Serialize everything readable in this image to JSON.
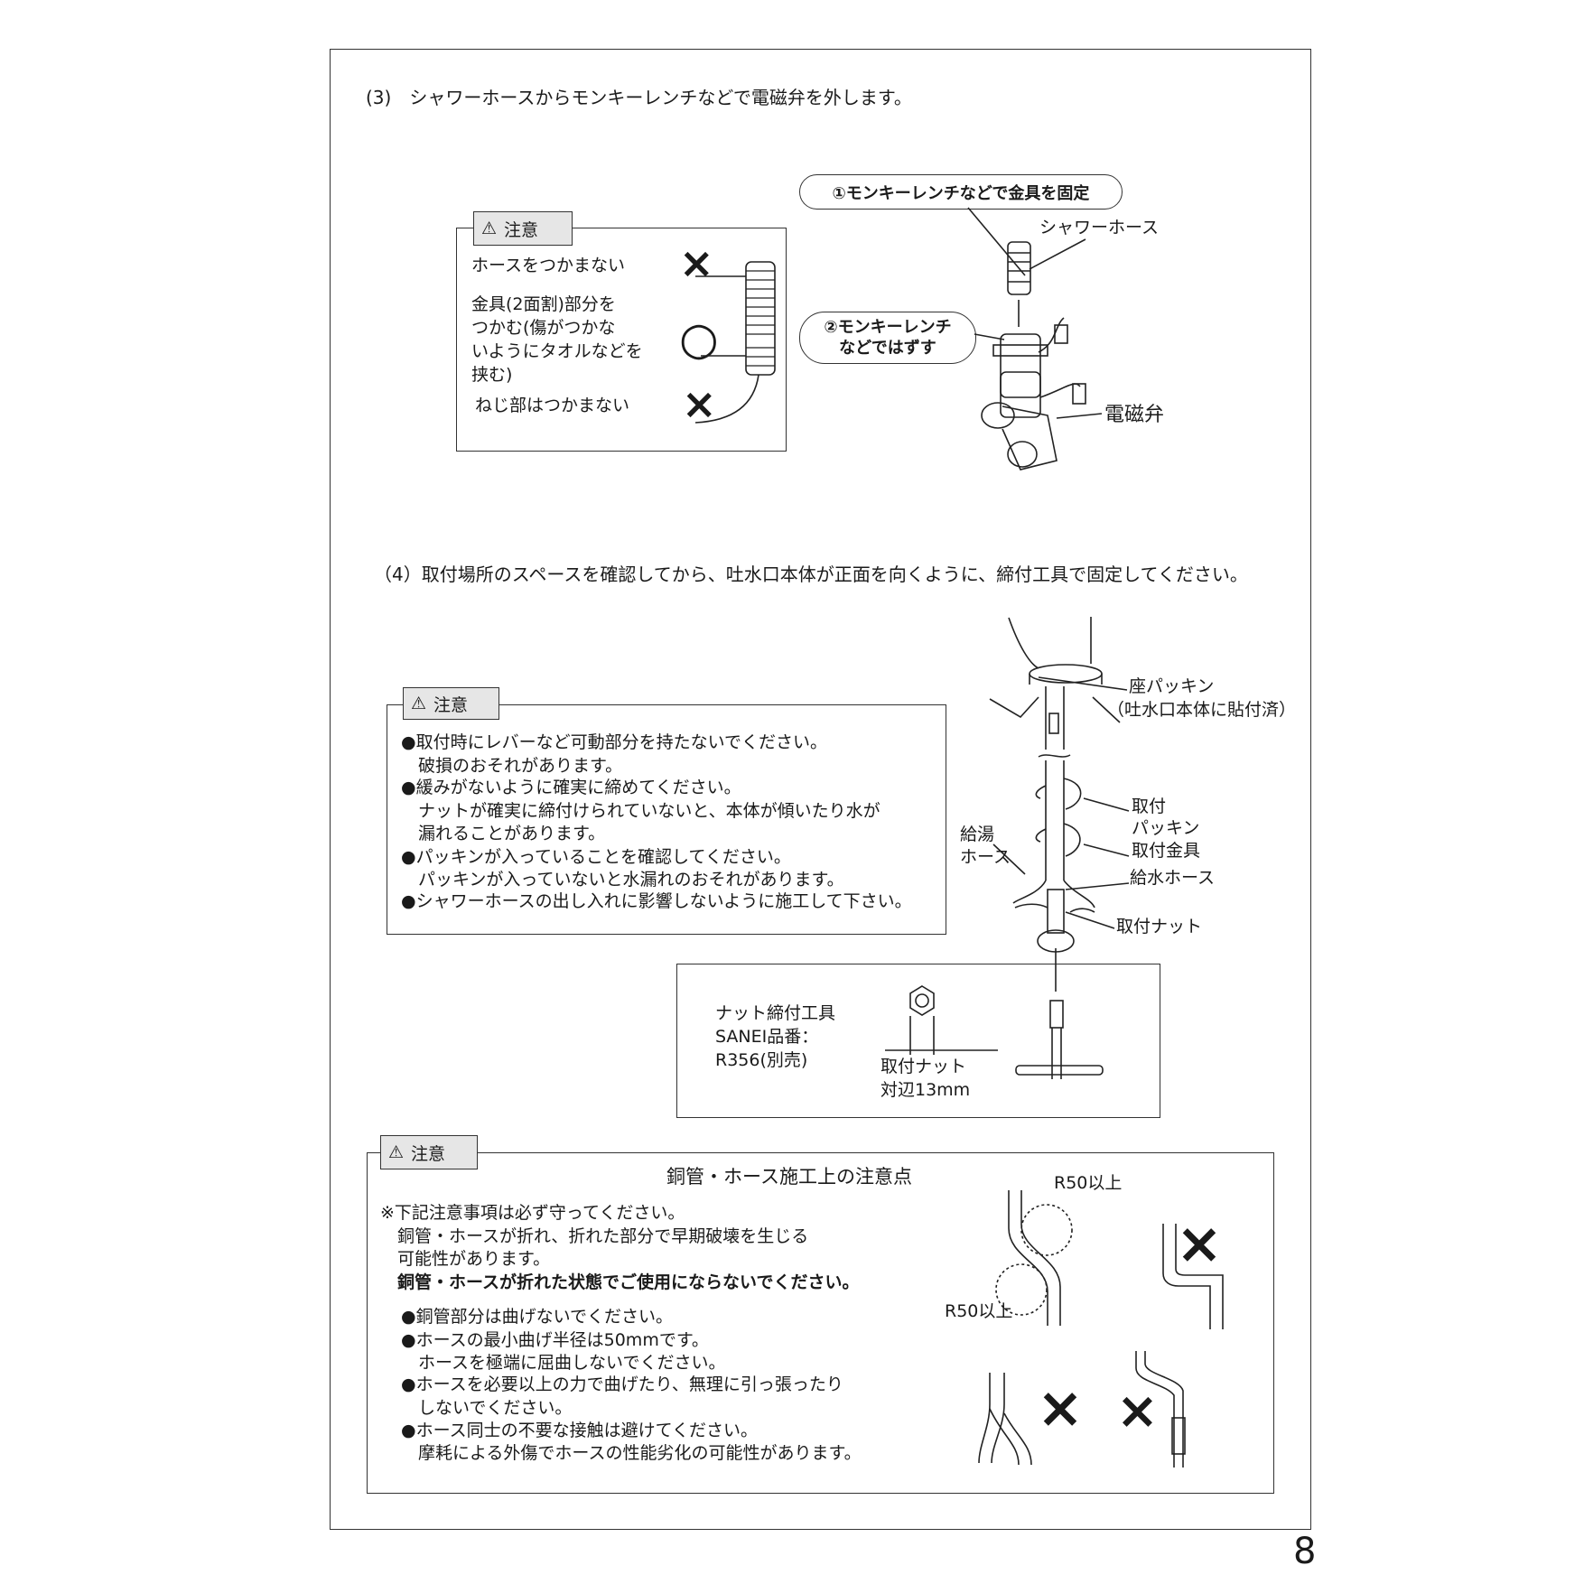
{
  "step3": {
    "heading": "(3)　シャワーホースからモンキーレンチなどで電磁弁を外します。",
    "caution": {
      "tab_label": "注意",
      "items": [
        {
          "lines": [
            "ホースをつかまない"
          ],
          "mark": "×"
        },
        {
          "lines": [
            "金具(2面割)部分を",
            "つかむ(傷がつかな",
            "いようにタオルなどを",
            "挟む)"
          ],
          "mark": "○"
        },
        {
          "lines": [
            "ねじ部はつかまない"
          ],
          "mark": "×"
        }
      ]
    },
    "callout1": "①モンキーレンチなどで金具を固定",
    "callout2": [
      "②モンキーレンチ",
      "などではずす"
    ],
    "label_shower_hose": "シャワーホース",
    "label_valve": "電磁弁"
  },
  "step4": {
    "heading": "（4）取付場所のスペースを確認してから、吐水口本体が正面を向くように、締付工具で固定してください。",
    "caution": {
      "tab_label": "注意",
      "lines": [
        "●取付時にレバーなど可動部分を持たないでください。",
        "　破損のおそれがあります。",
        "●緩みがないように確実に締めてください。",
        "　ナットが確実に締付けられていないと、本体が傾いたり水が",
        "　漏れることがあります。",
        "●パッキンが入っていることを確認してください。",
        "　パッキンが入っていないと水漏れのおそれがあります。",
        "●シャワーホースの出し入れに影響しないように施工して下さい。"
      ]
    },
    "labels": {
      "seat_packing": "座パッキン",
      "seat_packing_note": "（吐水口本体に貼付済）",
      "mount": "取付",
      "packing": "パッキン",
      "mount_bracket": "取付金具",
      "hot_hose_1": "給湯",
      "hot_hose_2": "ホース",
      "supply_hose": "給水ホース",
      "mount_nut": "取付ナット"
    },
    "tool": {
      "lines": [
        "ナット締付工具",
        "SANEI品番：",
        "R356(別売)"
      ],
      "nut_label": "取付ナット",
      "nut_size": "対辺13mm"
    }
  },
  "caution3": {
    "tab_label": "注意",
    "title": "銅管・ホース施工上の注意点",
    "intro": [
      "※下記注意事項は必ず守ってください。",
      "　銅管・ホースが折れ、折れた部分で早期破壊を生じる",
      "　可能性があります。"
    ],
    "intro_bold": "　銅管・ホースが折れた状態でご使用にならないでください。",
    "bullets": [
      "●銅管部分は曲げないでください。",
      "●ホースの最小曲げ半径は50mmです。",
      "　ホースを極端に屈曲しないでください。",
      "●ホースを必要以上の力で曲げたり、無理に引っ張ったり",
      "　しないでください。",
      "●ホース同士の不要な接触は避けてください。",
      "　摩耗による外傷でホースの性能劣化の可能性があります。"
    ],
    "radius_label_top": "R50以上",
    "radius_label_bottom": "R50以上",
    "ng_mark": "×"
  },
  "page_number": "8"
}
